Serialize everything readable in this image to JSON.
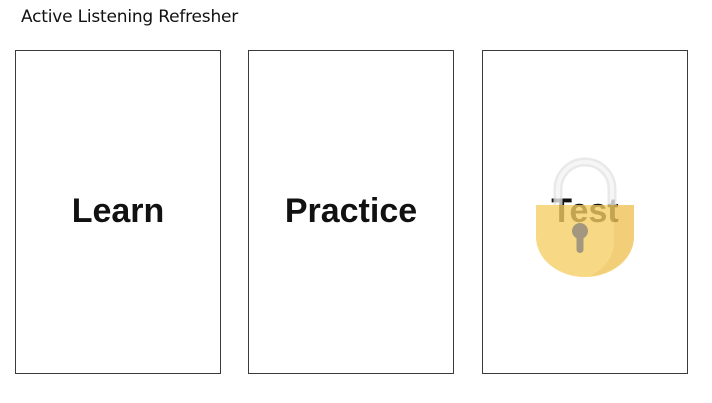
{
  "page": {
    "title": "Active Listening Refresher"
  },
  "cards": [
    {
      "label": "Learn",
      "locked": false
    },
    {
      "label": "Practice",
      "locked": false
    },
    {
      "label": "Test",
      "locked": true
    }
  ],
  "icons": {
    "lock": "lock-icon"
  },
  "colors": {
    "lock_body": "#f5cf63",
    "lock_body_shade": "#efc050",
    "lock_shackle": "#e6e6e6",
    "keyhole": "#8a7a5c",
    "card_border": "#3a3a3a"
  }
}
